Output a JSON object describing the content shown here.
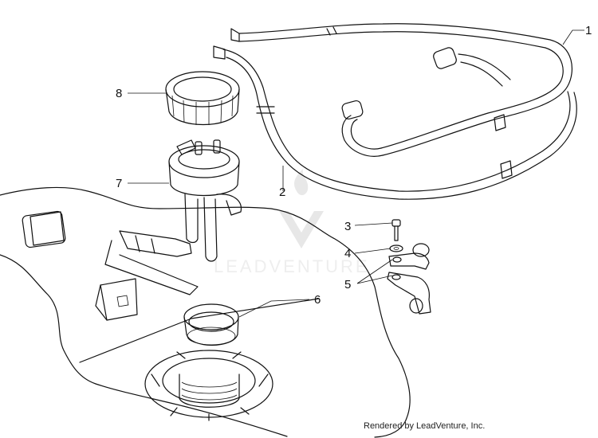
{
  "labels": {
    "l1": "1",
    "l2": "2",
    "l3": "3",
    "l4": "4",
    "l5": "5",
    "l6": "6",
    "l7": "7",
    "l8": "8"
  },
  "watermark": {
    "text": "LEADVENTURE"
  },
  "credit": "Rendered by LeadVenture, Inc."
}
